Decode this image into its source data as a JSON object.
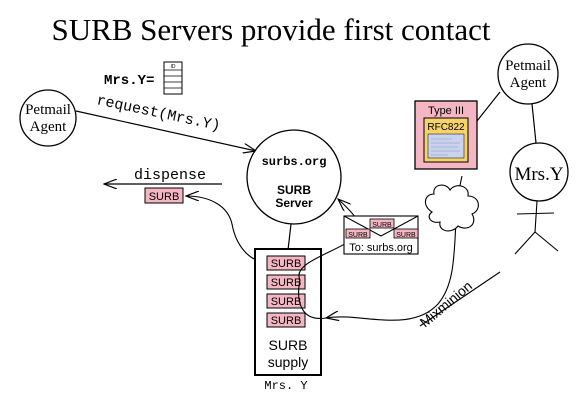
{
  "title": "SURB Servers provide first contact",
  "nym_label": "Mrs.Y=",
  "id_card_label": "ID",
  "left_agent": {
    "line1": "Petmail",
    "line2": "Agent"
  },
  "right_agent": {
    "line1": "Petmail",
    "line2": "Agent"
  },
  "request_label": "request(Mrs.Y)",
  "dispense_label": "dispense",
  "server": {
    "domain": "surbs.org",
    "line1": "SURB",
    "line2": "Server"
  },
  "surb_label": "SURB",
  "supply": {
    "line1": "SURB",
    "line2": "supply",
    "owner": "Mrs. Y"
  },
  "envelope": {
    "to": "To: surbs.org"
  },
  "type3": {
    "label": "Type III",
    "inner": "RFC822"
  },
  "person_label": "Mrs.Y",
  "mixminion_label": "Mixminion",
  "colors": {
    "surb_fill": "#f4b6c2",
    "type3_fill": "#f4b6c2",
    "rfc_fill": "#f5d36a",
    "rfc_text_fill": "#c9d3ef"
  }
}
